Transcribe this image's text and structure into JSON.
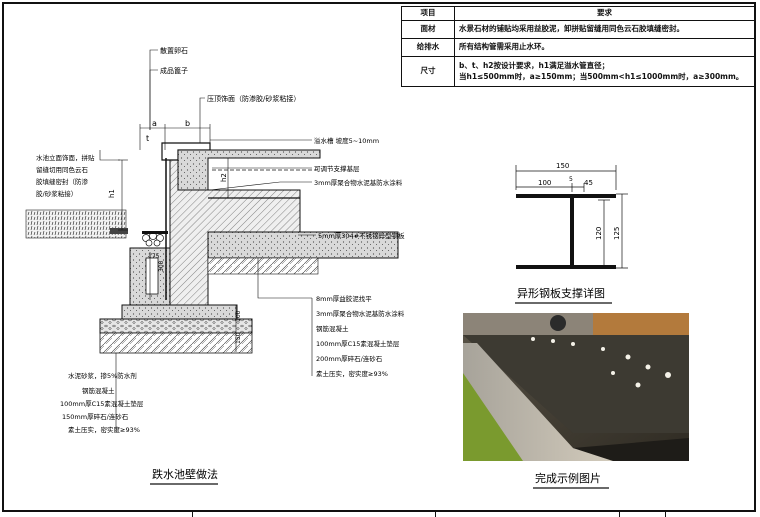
{
  "table": {
    "header": [
      "项目",
      "要求"
    ],
    "rows": [
      {
        "key": "面材",
        "lines": [
          "水景石材的铺贴均采用益胶泥，卸拼贴留缝用同色云石胶填缝密封。"
        ]
      },
      {
        "key": "给排水",
        "lines": [
          "所有结构管需采用止水环。"
        ]
      },
      {
        "key": "尺寸",
        "lines": [
          "b、t、h2按设计要求，h1满足溢水管直径；",
          "当h1≤500mm时，a≥150mm；当500mm<h1≤1000mm时，a≥300mm。"
        ]
      }
    ]
  },
  "main_drawing": {
    "title": "跌水池壁做法",
    "top_labels": [
      "散置卵石",
      "成品篦子"
    ],
    "coping_label": "压顶饰面（防渗胶/砂浆粘接）",
    "left_note": [
      "水池立面饰面，拼贴",
      "留缝切用同色云石",
      "胶填缝密封（防渗",
      "胶/砂浆粘接）"
    ],
    "right_labels": [
      "溢水槽 坡度5~10mm",
      "可调节支撑基层",
      "3mm厚聚合物水泥基防水涂料",
      "5mm厚304#不锈钢异型钢板"
    ],
    "lower_right_labels": [
      "8mm厚益胶泥找平",
      "3mm厚聚合物水泥基防水涂料",
      "钢筋混凝土",
      "100mm厚C15素混凝土垫层",
      "200mm厚碎石/连砂石",
      "素土压实，密实度≥93%"
    ],
    "lower_left_labels": [
      "水泥砂浆，掺5%防水剂",
      "钢筋混凝土",
      "100mm厚C15素混凝土垫层",
      "150mm厚碎石/连砂石",
      "素土压实，密实度≥93%"
    ],
    "dims": {
      "a": "a",
      "b": "b",
      "t": "t",
      "h1": "h1",
      "h2": "h2",
      "d300": "300",
      "d175": "175",
      "d150": "150",
      "d100": "100"
    }
  },
  "steel_detail": {
    "title": "异形钢板支撑详图",
    "dims": {
      "w150": "150",
      "w100": "100",
      "w5": "5",
      "w45": "45",
      "h120": "120",
      "h125": "125"
    }
  },
  "photo": {
    "title": "完成示例图片"
  }
}
